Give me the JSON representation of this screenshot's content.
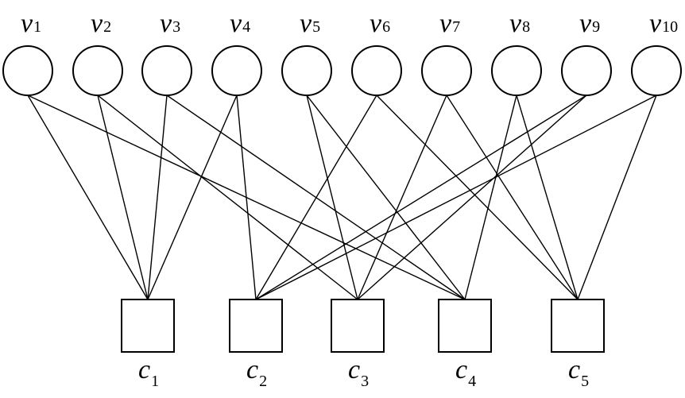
{
  "graph": {
    "variable_nodes": [
      {
        "symbol": "v",
        "index": "1"
      },
      {
        "symbol": "v",
        "index": "2"
      },
      {
        "symbol": "v",
        "index": "3"
      },
      {
        "symbol": "v",
        "index": "4"
      },
      {
        "symbol": "v",
        "index": "5"
      },
      {
        "symbol": "v",
        "index": "6"
      },
      {
        "symbol": "v",
        "index": "7"
      },
      {
        "symbol": "v",
        "index": "8"
      },
      {
        "symbol": "v",
        "index": "9"
      },
      {
        "symbol": "v",
        "index": "10"
      }
    ],
    "check_nodes": [
      {
        "symbol": "c",
        "index": "1"
      },
      {
        "symbol": "c",
        "index": "2"
      },
      {
        "symbol": "c",
        "index": "3"
      },
      {
        "symbol": "c",
        "index": "4"
      },
      {
        "symbol": "c",
        "index": "5"
      }
    ],
    "edges": [
      [
        "v1",
        "c1"
      ],
      [
        "v1",
        "c4"
      ],
      [
        "v2",
        "c1"
      ],
      [
        "v2",
        "c3"
      ],
      [
        "v3",
        "c1"
      ],
      [
        "v3",
        "c4"
      ],
      [
        "v4",
        "c1"
      ],
      [
        "v4",
        "c2"
      ],
      [
        "v5",
        "c3"
      ],
      [
        "v5",
        "c4"
      ],
      [
        "v6",
        "c2"
      ],
      [
        "v6",
        "c5"
      ],
      [
        "v7",
        "c3"
      ],
      [
        "v7",
        "c5"
      ],
      [
        "v8",
        "c4"
      ],
      [
        "v8",
        "c5"
      ],
      [
        "v9",
        "c2"
      ],
      [
        "v9",
        "c3"
      ],
      [
        "v10",
        "c2"
      ],
      [
        "v10",
        "c5"
      ]
    ],
    "colors": {
      "stroke": "#000000",
      "fill": "#ffffff"
    }
  }
}
